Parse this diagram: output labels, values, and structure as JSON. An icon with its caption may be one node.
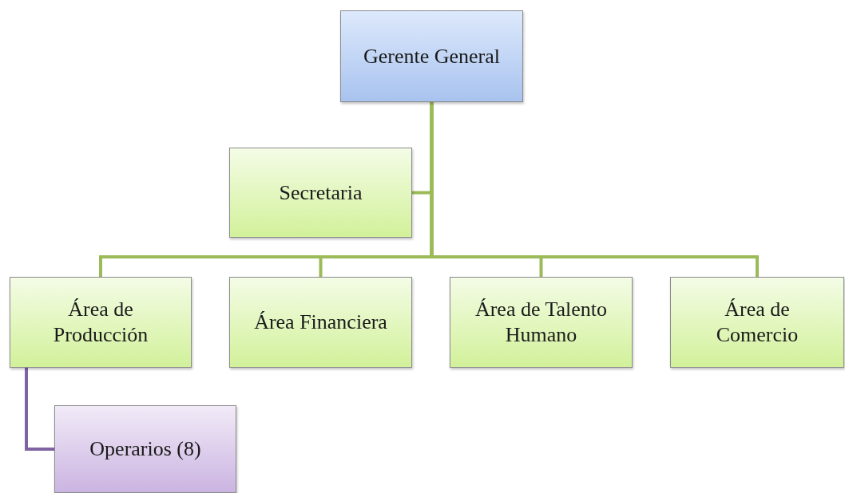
{
  "diagram": {
    "nodes": [
      {
        "text": [
          "Gerente General"
        ]
      },
      {
        "text": [
          "Secretaria"
        ]
      },
      {
        "text": [
          "Área de Producción"
        ]
      },
      {
        "text": [
          "Área Financiera"
        ]
      },
      {
        "text": [
          "Área de Talento Humano"
        ]
      },
      {
        "text": [
          "Área de Comercio"
        ]
      },
      {
        "text": [
          "Operarios (8)"
        ]
      }
    ],
    "edges": [
      {
        "from": 0,
        "to": 1,
        "arrow": "none"
      },
      {
        "from": 0,
        "to": 2,
        "arrow": "none"
      },
      {
        "from": 0,
        "to": 3,
        "arrow": "none"
      },
      {
        "from": 0,
        "to": 4,
        "arrow": "none"
      },
      {
        "from": 0,
        "to": 5,
        "arrow": "none"
      },
      {
        "from": 2,
        "to": 6,
        "arrow": "none",
        "color": "#8064a2"
      }
    ]
  }
}
